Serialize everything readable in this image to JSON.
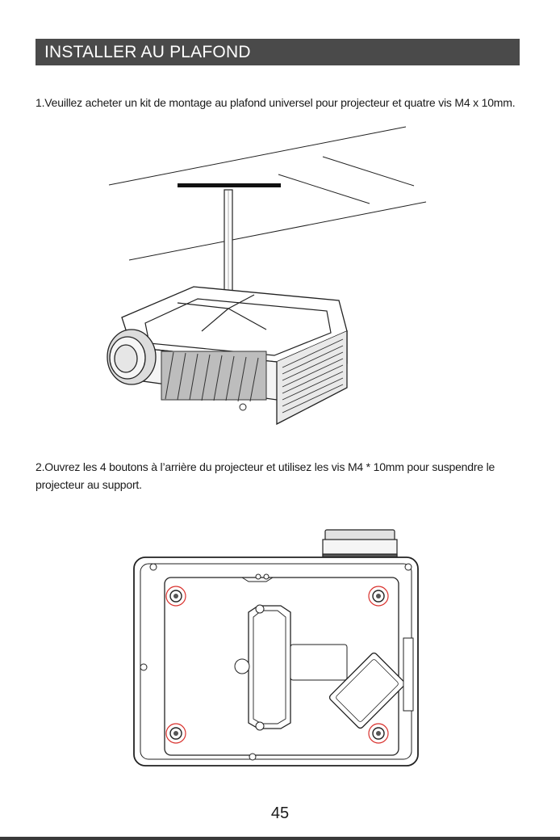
{
  "header": {
    "title": "INSTALLER AU PLAFOND"
  },
  "steps": [
    {
      "text": "1.Veuillez acheter un kit de montage au plafond universel pour projecteur et quatre vis M4 x 10mm."
    },
    {
      "text": "2.Ouvrez les 4 boutons à l’arrière du projecteur et utilisez les vis M4 * 10mm pour suspendre le projecteur au support."
    }
  ],
  "footer": {
    "page_number": "45"
  },
  "colors": {
    "title_bg": "#4a4a4a",
    "screw_highlight": "#d9302c",
    "line_art": "#222222"
  }
}
